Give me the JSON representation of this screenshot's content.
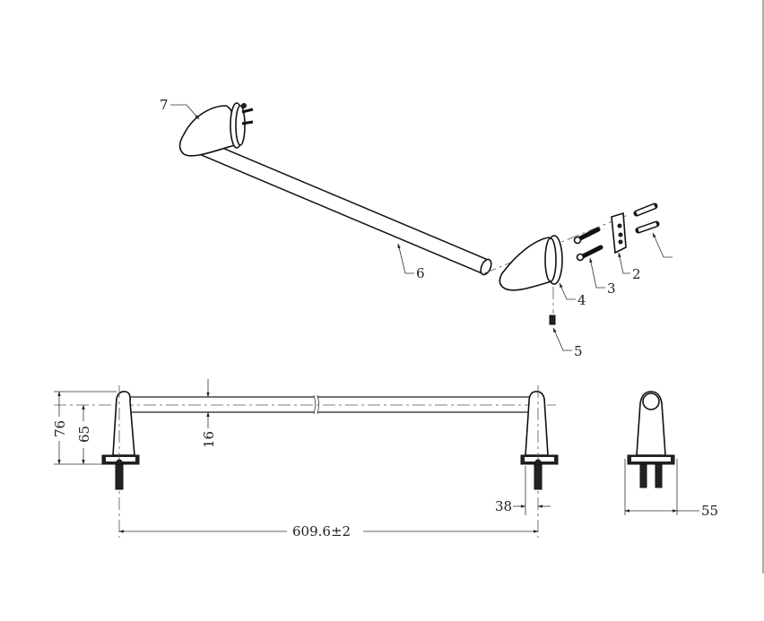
{
  "drawing": {
    "callouts": [
      "7",
      "6",
      "5",
      "4",
      "3",
      "2"
    ],
    "dimensions": {
      "overall_height": "76",
      "center_height": "65",
      "rod_diameter": "16",
      "length": "609.6±2",
      "bracket_depth": "38",
      "bracket_width": "55"
    }
  }
}
